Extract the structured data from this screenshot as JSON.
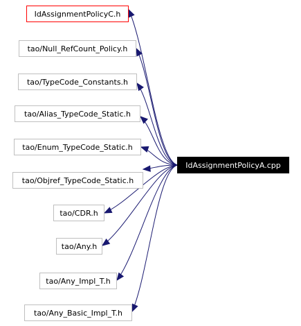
{
  "graph": {
    "edge_color": "#191970",
    "root": {
      "label": "IdAssignmentPolicyA.cpp",
      "fill": "#000000",
      "text_color": "#ffffff"
    },
    "highlight_border": "#ff0000",
    "default_border": "#bfbfbf",
    "includes": [
      {
        "label": "IdAssignmentPolicyC.h",
        "highlight": true
      },
      {
        "label": "tao/Null_RefCount_Policy.h",
        "highlight": false
      },
      {
        "label": "tao/TypeCode_Constants.h",
        "highlight": false
      },
      {
        "label": "tao/Alias_TypeCode_Static.h",
        "highlight": false
      },
      {
        "label": "tao/Enum_TypeCode_Static.h",
        "highlight": false
      },
      {
        "label": "tao/Objref_TypeCode_Static.h",
        "highlight": false
      },
      {
        "label": "tao/CDR.h",
        "highlight": false
      },
      {
        "label": "tao/Any.h",
        "highlight": false
      },
      {
        "label": "tao/Any_Impl_T.h",
        "highlight": false
      },
      {
        "label": "tao/Any_Basic_Impl_T.h",
        "highlight": false
      }
    ]
  }
}
